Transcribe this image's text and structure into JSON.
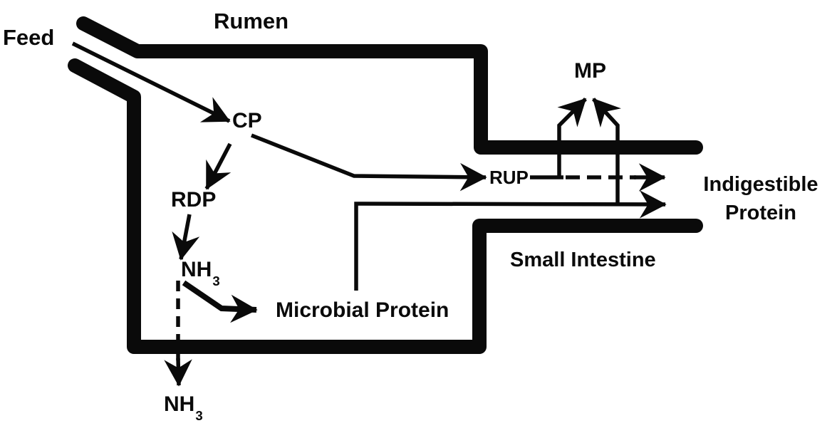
{
  "diagram": {
    "colors": {
      "ink": "#0a0a0a",
      "background": "#ffffff"
    },
    "regions": {
      "rumen": "Rumen",
      "small_intestine": "Small Intestine"
    },
    "labels": {
      "feed": "Feed",
      "cp": "CP",
      "rdp": "RDP",
      "nh3_base": "NH",
      "nh3_sub": "3",
      "microbial_protein": "Microbial Protein",
      "rup": "RUP",
      "mp": "MP",
      "indigestible_line1": "Indigestible",
      "indigestible_line2": "Protein"
    },
    "connections": [
      {
        "from": "Feed",
        "to": "CP",
        "style": "solid"
      },
      {
        "from": "CP",
        "to": "RDP",
        "style": "solid"
      },
      {
        "from": "CP",
        "to": "RUP",
        "style": "solid"
      },
      {
        "from": "RDP",
        "to": "NH3",
        "style": "solid"
      },
      {
        "from": "NH3",
        "to": "NH3 excreted below rumen",
        "style": "dashed"
      },
      {
        "from": "NH3",
        "to": "Microbial Protein",
        "style": "solid"
      },
      {
        "from": "RUP",
        "to": "MP",
        "style": "solid"
      },
      {
        "from": "RUP",
        "to": "Indigestible Protein",
        "style": "dashed"
      },
      {
        "from": "Microbial Protein",
        "to": "MP",
        "style": "solid"
      },
      {
        "from": "Microbial Protein",
        "to": "Indigestible Protein",
        "style": "solid"
      }
    ]
  }
}
